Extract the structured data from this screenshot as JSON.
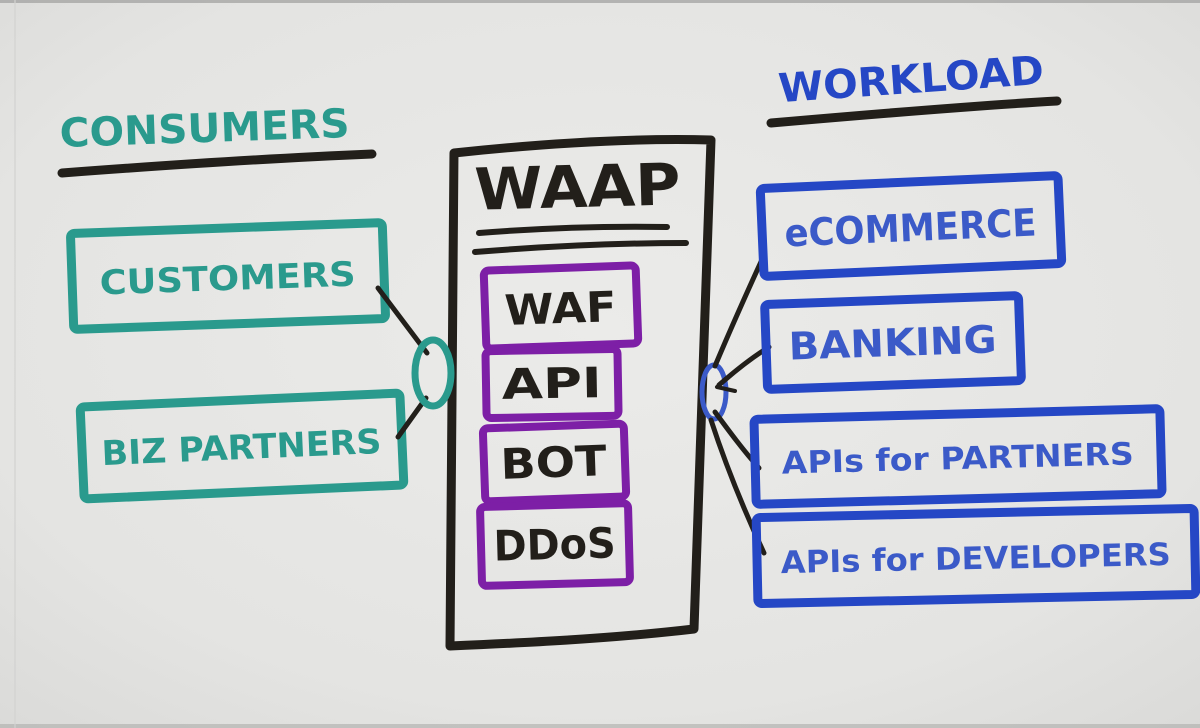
{
  "canvas": {
    "background": "#e6e6e4",
    "edge_shadow": "#9e9e9c"
  },
  "colors": {
    "teal": "#2a9a8d",
    "blue": "#2547c5",
    "blue_ink": "#3b5ac8",
    "purple": "#7d1fa6",
    "ink": "#221f1a"
  },
  "consumers": {
    "title": "CONSUMERS",
    "items": [
      {
        "label": "CUSTOMERS"
      },
      {
        "label": "BIZ PARTNERS"
      }
    ]
  },
  "waap": {
    "title": "WAAP",
    "modules": [
      {
        "label": "WAF"
      },
      {
        "label": "API"
      },
      {
        "label": "BOT"
      },
      {
        "label": "DDoS"
      }
    ]
  },
  "workload": {
    "title": "WORKLOAD",
    "items": [
      {
        "label": "eCOMMERCE"
      },
      {
        "label": "BANKING"
      },
      {
        "label": "APIs for PARTNERS"
      },
      {
        "label": "APIs for DEVELOPERS"
      }
    ]
  },
  "connections": [
    {
      "from": "CUSTOMERS",
      "to": "WAAP"
    },
    {
      "from": "BIZ PARTNERS",
      "to": "WAAP"
    },
    {
      "from": "WAAP",
      "to": "eCOMMERCE"
    },
    {
      "from": "WAAP",
      "to": "BANKING"
    },
    {
      "from": "WAAP",
      "to": "APIs for PARTNERS"
    },
    {
      "from": "WAAP",
      "to": "APIs for DEVELOPERS"
    }
  ]
}
